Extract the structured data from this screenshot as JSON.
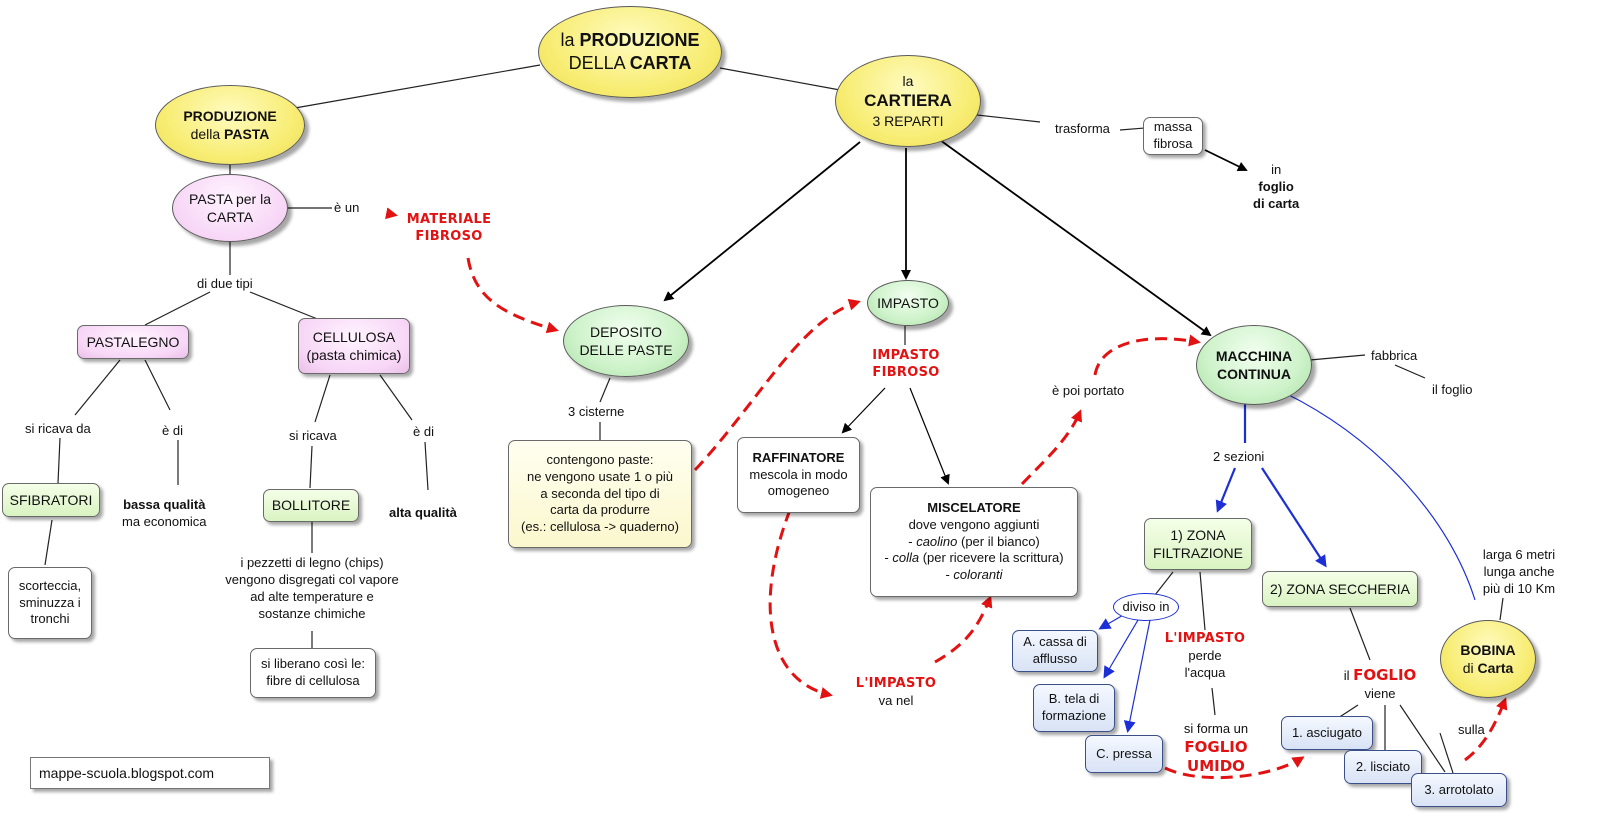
{
  "title": {
    "pre": "la ",
    "bold1": "PRODUZIONE",
    "line2pre": "DELLA ",
    "bold2": "CARTA"
  },
  "watermark": "mappe-scuola.blogspot.com",
  "nodes": {
    "produzione_pasta": {
      "bold": "PRODUZIONE",
      "pre2": "della ",
      "bold2": "PASTA"
    },
    "pasta_carta": {
      "line1": "PASTA per la",
      "line2": "CARTA"
    },
    "pastalegno": "PASTALEGNO",
    "cellulosa": {
      "line1": "CELLULOSA",
      "line2": "(pasta chimica)"
    },
    "sfibratori": "SFIBRATORI",
    "scorteccia": {
      "line1": "scorteccia,",
      "line2": "sminuzza i",
      "line3": "tronchi"
    },
    "bassa": {
      "bold": "bassa qualità",
      "line2": "ma economica"
    },
    "bollitore": "BOLLITORE",
    "alta": "alta qualità",
    "chips": {
      "line1": "i pezzetti di legno (chips)",
      "line2": "vengono disgregati col vapore",
      "line3": "ad alte temperature e",
      "line4": "sostanze chimiche"
    },
    "fibre": {
      "line1": "si liberano così le:",
      "line2": "fibre di  cellulosa"
    },
    "cartiera": {
      "pre": "la",
      "bold": "CARTIERA",
      "line3": "3 REPARTI"
    },
    "massa": {
      "line1": "massa",
      "line2": "fibrosa"
    },
    "foglio_carta": {
      "pre": "in",
      "bold1": "foglio",
      "bold2": "di carta"
    },
    "materiale": {
      "line1": "MATERIALE",
      "line2": "FIBROSO"
    },
    "deposito": {
      "line1": "DEPOSITO",
      "line2": "DELLE PASTE"
    },
    "cisterne": {
      "line1": "contengono paste:",
      "line2": "ne vengono usate 1 o più",
      "line3": "a seconda del tipo di",
      "line4": "carta da produrre",
      "line5": "(es.: cellulosa -> quaderno)"
    },
    "impasto": "IMPASTO",
    "impasto_fibroso": {
      "line1": "IMPASTO",
      "line2": "FIBROSO"
    },
    "raffinatore": {
      "bold": "RAFFINATORE",
      "line2": "mescola in modo",
      "line3": "omogeneo"
    },
    "miscelatore": {
      "bold": "MISCELATORE",
      "line2": "dove vengono aggiunti",
      "l3a": "- ",
      "l3i": "caolino",
      "l3b": "  (per il bianco)",
      "l4a": "- ",
      "l4i": "colla",
      "l4b": "  (per ricevere la scrittura)",
      "l5a": "- ",
      "l5i": "coloranti"
    },
    "limpasto_nel": {
      "red": "L'IMPASTO",
      "line2": "va nel"
    },
    "macchina": {
      "line1": "MACCHINA",
      "line2": "CONTINUA"
    },
    "zona_filtr": {
      "line1": "1) ZONA",
      "line2": "FILTRAZIONE"
    },
    "zona_secch": "2) ZONA SECCHERIA",
    "diviso": "diviso in",
    "cassa": {
      "line1": "A. cassa di",
      "line2": "afflusso"
    },
    "tela": {
      "line1": "B. tela di",
      "line2": "formazione"
    },
    "pressa": "C. pressa",
    "limpasto_perde": {
      "red": "L'IMPASTO",
      "line2": "perde",
      "line3": "l'acqua"
    },
    "foglio_umido": {
      "pre": "si  forma un",
      "red1": "FOGLIO",
      "red2": "UMIDO"
    },
    "il_foglio": {
      "pre": "il ",
      "red": "FOGLIO",
      "line2": "viene"
    },
    "asciugato": "1. asciugato",
    "lisciato": "2. lisciato",
    "arrotolato": "3. arrotolato",
    "bobina": {
      "bold1": "BOBINA",
      "pre2": "di ",
      "bold2": "Carta"
    },
    "larga": {
      "line1": "larga 6 metri",
      "line2": "lunga anche",
      "line3": "più di 10 Km"
    }
  },
  "labels": {
    "e_un": "è un",
    "di_due_tipi": "di due tipi",
    "si_ricava_da": "si ricava da",
    "e_di_1": "è di",
    "si_ricava": "si ricava",
    "e_di_2": "è di",
    "trasforma": "trasforma",
    "tre_cisterne": "3 cisterne",
    "e_poi_portato": "è poi portato",
    "fabbrica": "fabbrica",
    "il_foglio": "il foglio",
    "due_sezioni": "2 sezioni",
    "sulla": "sulla"
  },
  "colors": {
    "red": "#e31212",
    "blue": "#1c2fd6",
    "line": "#222222"
  }
}
